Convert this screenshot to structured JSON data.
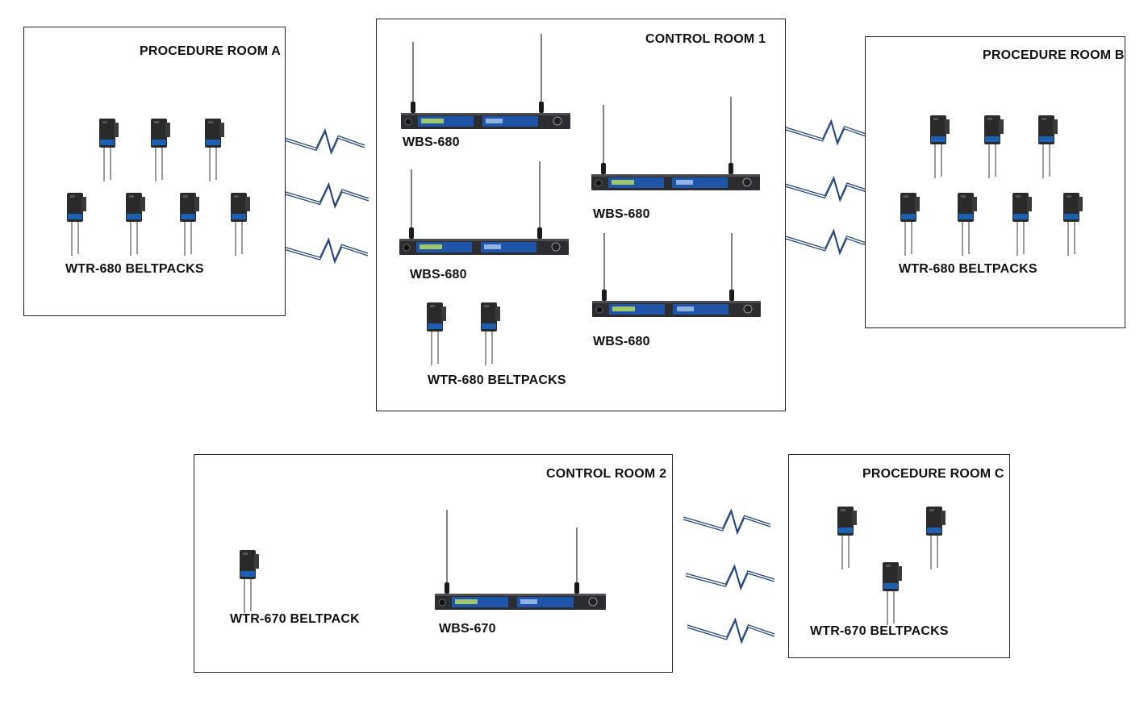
{
  "rooms": {
    "procedure_a": {
      "title": "PROCEDURE ROOM A",
      "label": "WTR-680 BELTPACKS"
    },
    "control_1": {
      "title": "CONTROL ROOM 1",
      "base_labels": [
        "WBS-680",
        "WBS-680",
        "WBS-680",
        "WBS-680"
      ],
      "beltpack_label": "WTR-680 BELTPACKS"
    },
    "procedure_b": {
      "title": "PROCEDURE ROOM B",
      "label": "WTR-680 BELTPACKS"
    },
    "control_2": {
      "title": "CONTROL ROOM 2",
      "beltpack_label": "WTR-670 BELTPACK",
      "base_label": "WBS-670"
    },
    "procedure_c": {
      "title": "PROCEDURE ROOM C",
      "label": "WTR-670 BELTPACKS"
    }
  },
  "colors": {
    "link": "#1f3f78",
    "beltpack_body": "#2a2a2a",
    "beltpack_label": "#1d5fb0",
    "rack": "#2b2d30",
    "panel": "#1e55a8",
    "lcd": "#9fc86a"
  },
  "icons": {
    "beltpack": "beltpack-icon",
    "base_station": "base-station-icon",
    "wireless": "wireless-link-icon"
  }
}
